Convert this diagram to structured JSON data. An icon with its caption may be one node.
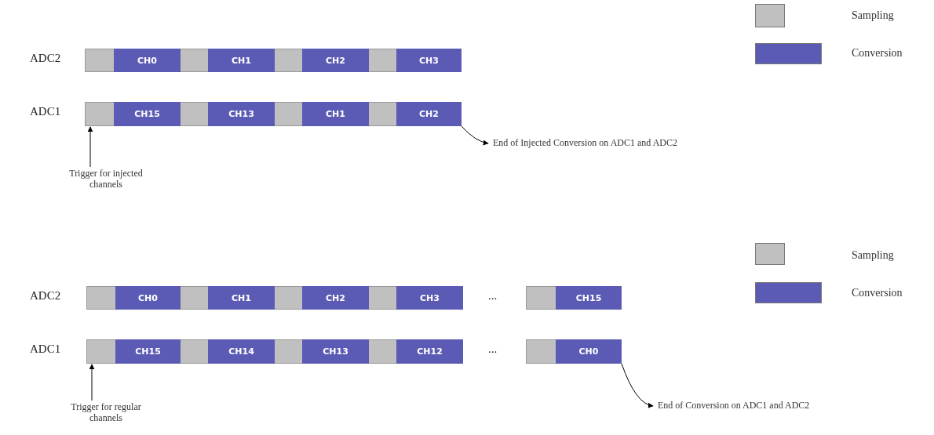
{
  "diagram": {
    "nodes": [
      {
        "text": [],
        "shape": "bar"
      },
      {
        "text": [
          "CH0"
        ],
        "in": 0
      },
      {
        "text": [
          "CH1"
        ],
        "in": 0
      },
      {
        "text": [
          "CH2"
        ],
        "in": 0
      },
      {
        "text": [
          "CH3"
        ],
        "in": 0
      },
      {
        "text": [],
        "shape": "bar"
      },
      {
        "text": [
          "CH15"
        ],
        "in": 5
      },
      {
        "text": [
          "CH13"
        ],
        "in": 5
      },
      {
        "text": [
          "CH1"
        ],
        "in": 5
      },
      {
        "text": [
          "CH2"
        ],
        "in": 5
      },
      {
        "text": [
          "Trigger for injected channels"
        ]
      },
      {
        "text": [
          "End of Injected Conversion on ADC1 and ADC2"
        ]
      },
      {
        "text": [],
        "shape": "bar"
      },
      {
        "text": [
          "CH0"
        ],
        "in": 12
      },
      {
        "text": [
          "CH1"
        ],
        "in": 12
      },
      {
        "text": [
          "CH2"
        ],
        "in": 12
      },
      {
        "text": [
          "CH3"
        ],
        "in": 12
      },
      {
        "text": [],
        "shape": "bar"
      },
      {
        "text": [
          "CH15"
        ],
        "in": 17
      },
      {
        "text": [],
        "shape": "bar"
      },
      {
        "text": [
          "CH15"
        ],
        "in": 19
      },
      {
        "text": [
          "CH14"
        ],
        "in": 19
      },
      {
        "text": [
          "CH13"
        ],
        "in": 19
      },
      {
        "text": [
          "CH12"
        ],
        "in": 19
      },
      {
        "text": [],
        "shape": "bar"
      },
      {
        "text": [
          "CH0"
        ],
        "in": 24
      },
      {
        "text": [
          "Trigger for regular channels"
        ]
      },
      {
        "text": [
          "End of Conversion on ADC1 and ADC2"
        ]
      }
    ],
    "edges": [
      {
        "from": 10,
        "to": 5,
        "arrow": "to"
      },
      {
        "from": 9,
        "to": 11,
        "arrow": "to"
      },
      {
        "from": 26,
        "to": 19,
        "arrow": "to"
      },
      {
        "from": 25,
        "to": 27,
        "arrow": "to"
      }
    ],
    "labels": [
      "ADC2",
      "ADC1",
      "ADC2",
      "...",
      "ADC1",
      "..."
    ],
    "legend": [
      {
        "text": "Sampling",
        "color": "#c0c0c0"
      },
      {
        "text": "Conversion",
        "color": "#5b5bb5"
      },
      {
        "text": "Sampling",
        "color": "#c0c0c0"
      },
      {
        "text": "Conversion",
        "color": "#5b5bb5"
      }
    ]
  }
}
